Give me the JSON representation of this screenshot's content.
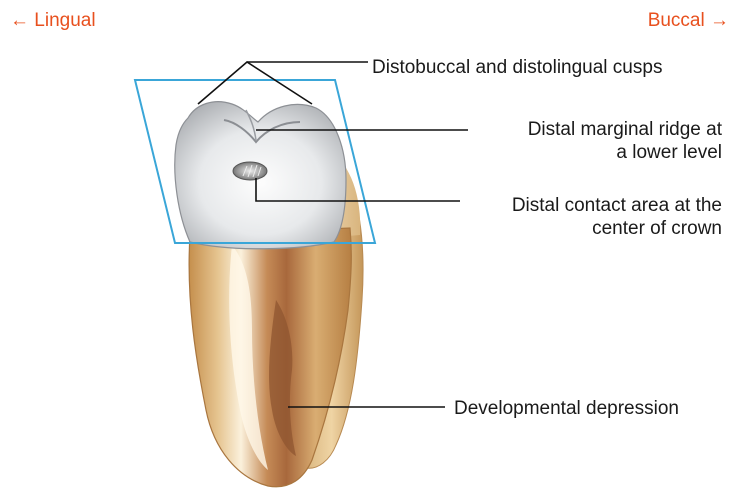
{
  "directions": {
    "left": "← Lingual",
    "right": "Buccal →"
  },
  "callouts": {
    "cusps": "Distobuccal and distolingual cusps",
    "ridge_line1": "Distal marginal ridge at",
    "ridge_line2": "a lower level",
    "contact_line1": "Distal contact area at the",
    "contact_line2": "center of crown",
    "depression": "Developmental depression"
  },
  "colors": {
    "direction_text": "#e8501e",
    "plane_outline": "#3aa6d8",
    "crown_enamel": "#e9ebed",
    "root_dentin": "#c99a5e",
    "root_highlight": "#f3e3c6"
  }
}
